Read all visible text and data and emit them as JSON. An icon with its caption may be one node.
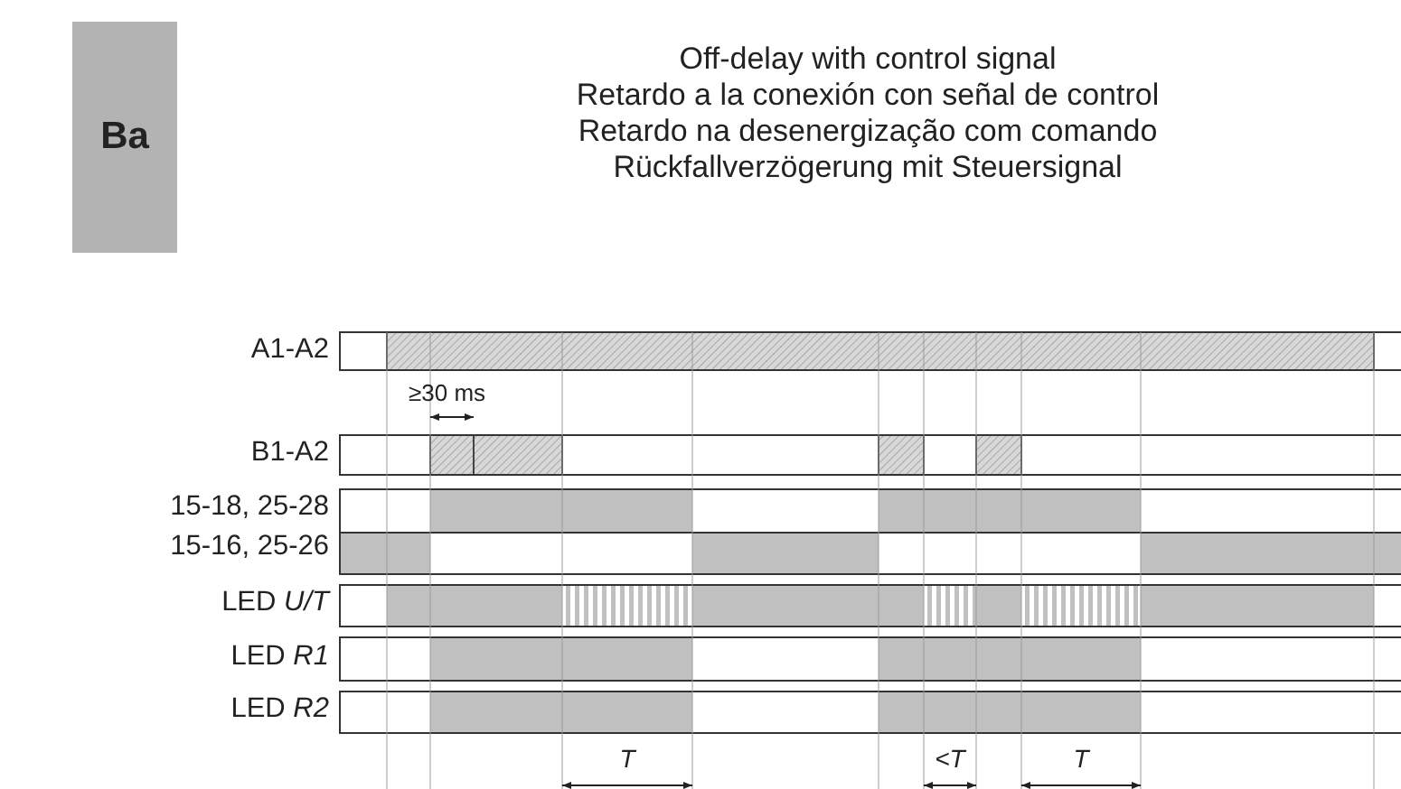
{
  "diagram": {
    "title": "Off-delay with control signal",
    "nodes": [
      {
        "text": [
          "Ba"
        ]
      }
    ],
    "labels": [
      "Retardo a la conexión con señal de control",
      "Retardo na desenergização com comando",
      "Rückfallverzögerung mit Steuersignal",
      "A1-A2",
      "≥30 ms",
      "B1-A2",
      "15-18, 25-28",
      "15-16, 25-26",
      "LED *U/T*",
      "LED *R1*",
      "LED *R2*",
      "T",
      "<T",
      "T"
    ]
  }
}
